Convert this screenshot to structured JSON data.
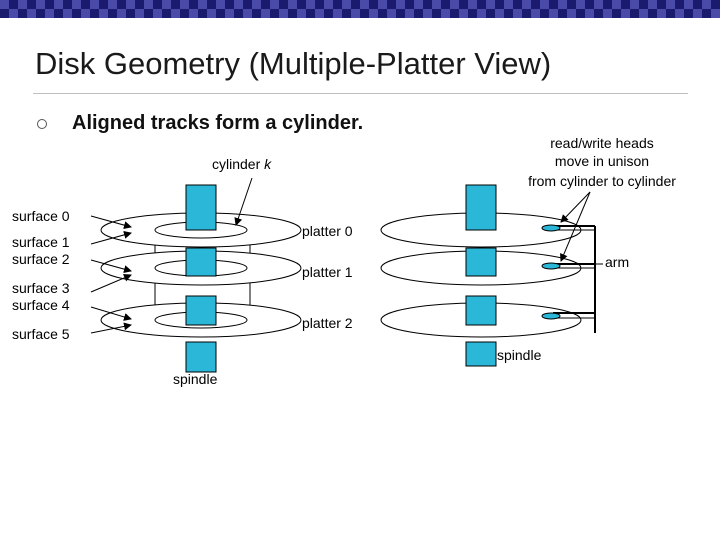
{
  "slide": {
    "title": "Disk Geometry (Multiple-Platter View)",
    "bullet_text": "Aligned tracks form a cylinder.",
    "colors": {
      "topbar": "#1a1a6e",
      "spindle_fill": "#2ab7d8",
      "head_fill": "#2ab7d8"
    }
  },
  "diagram": {
    "left": {
      "cylinder_label": "cylinder",
      "cylinder_var": "k",
      "surfaces": [
        "surface 0",
        "surface 1",
        "surface 2",
        "surface 3",
        "surface 4",
        "surface 5"
      ],
      "platters": [
        "platter 0",
        "platter 1",
        "platter 2"
      ],
      "spindle": "spindle"
    },
    "right": {
      "heads_note": [
        "read/write heads",
        "move in unison",
        "from cylinder to cylinder"
      ],
      "arm": "arm",
      "spindle": "spindle"
    }
  }
}
